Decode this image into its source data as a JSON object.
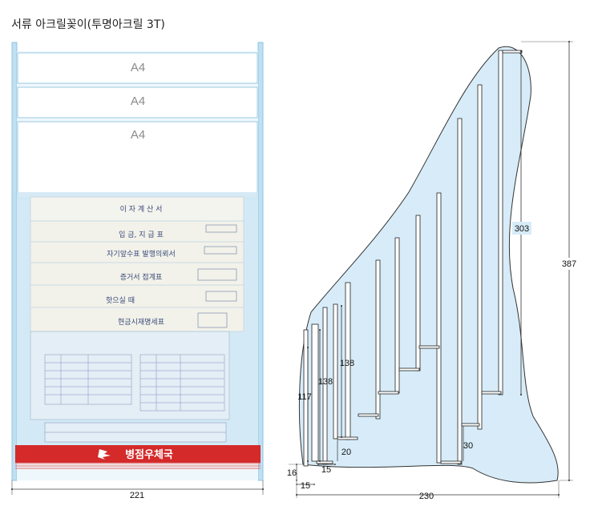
{
  "title": "서류 아크릴꽂이(투명아크릴 3T)",
  "front": {
    "sheet_labels": [
      "A4",
      "A4",
      "A4"
    ],
    "documents": [
      "이 자 계 산 서",
      "입 금, 지 급 표",
      "자기앞수표 발행의뢰서",
      "증거서 접계표",
      "핫으실 때",
      "현금시재명세표"
    ],
    "banner_text": "병점우체국",
    "width_label": "221"
  },
  "side": {
    "dims": {
      "d303": "303",
      "d387": "387",
      "d138a": "138",
      "d138b": "138",
      "d117": "117",
      "d20": "20",
      "d30": "30",
      "d16": "16",
      "d15a": "15",
      "d15b": "15",
      "d230": "230"
    }
  },
  "colors": {
    "acrylic": "#d6ecf8",
    "edge": "#9ccfe8",
    "banner": "#d42a2a",
    "dim_line": "#444444"
  }
}
